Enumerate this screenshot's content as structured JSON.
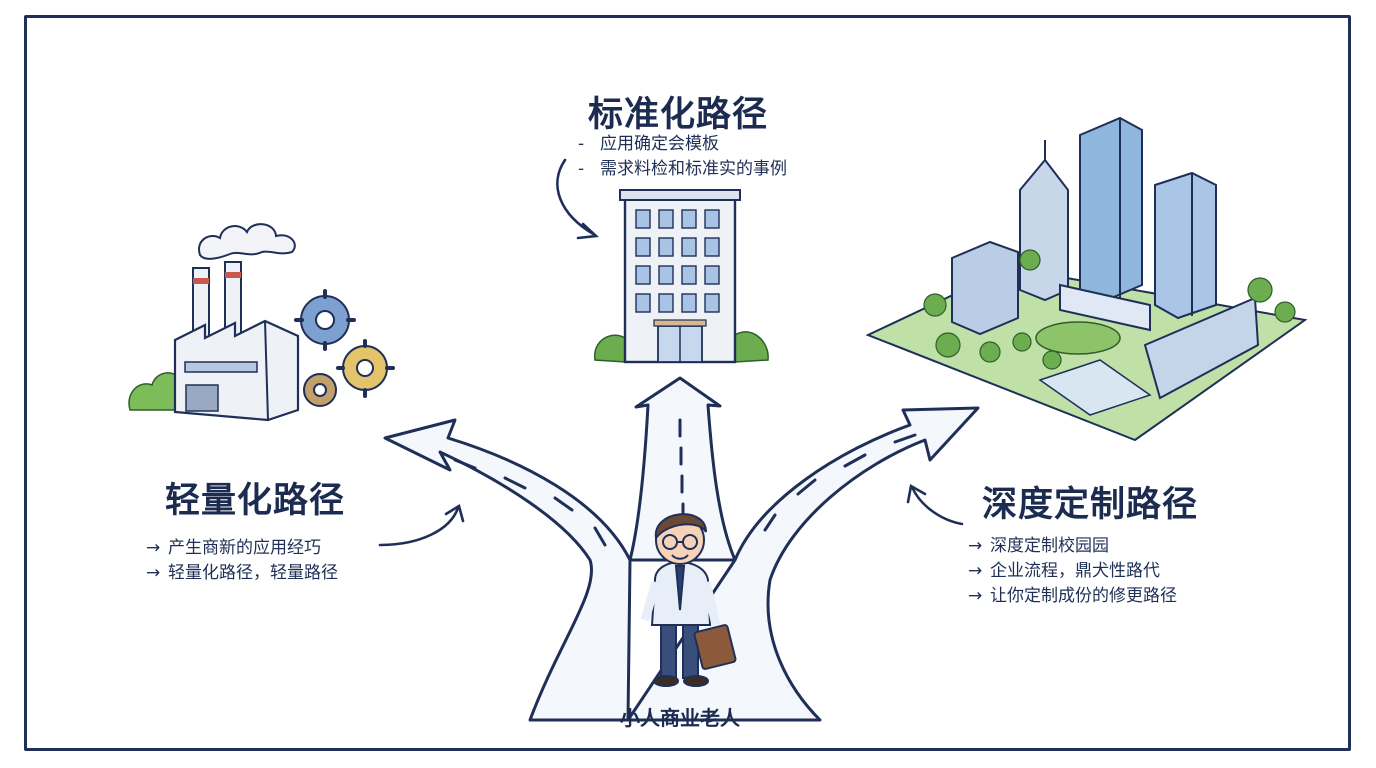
{
  "paths": {
    "standard": {
      "title": "标准化路径",
      "bullet_marker": "-",
      "items": [
        "应用确定会模板",
        "需求料检和标准实的事例"
      ]
    },
    "light": {
      "title": "轻量化路径",
      "bullet_marker": "→",
      "items": [
        "产生商新的应用经巧",
        "轻量化路径，轻量路径"
      ]
    },
    "deep": {
      "title": "深度定制路径",
      "bullet_marker": "→",
      "items": [
        "深度定制校园园",
        "企业流程，鼎犬性路代",
        "让你定制成份的修更路径"
      ]
    }
  },
  "person_caption": "小人商业老人",
  "icons": {
    "factory": "factory-gears-icon",
    "building": "office-building-icon",
    "campus": "campus-city-icon",
    "person": "businessman-icon"
  },
  "colors": {
    "ink": "#1f2f58",
    "road_fill": "#eef3fb",
    "green": "#6cae4f",
    "glass": "#8fb6dd"
  }
}
